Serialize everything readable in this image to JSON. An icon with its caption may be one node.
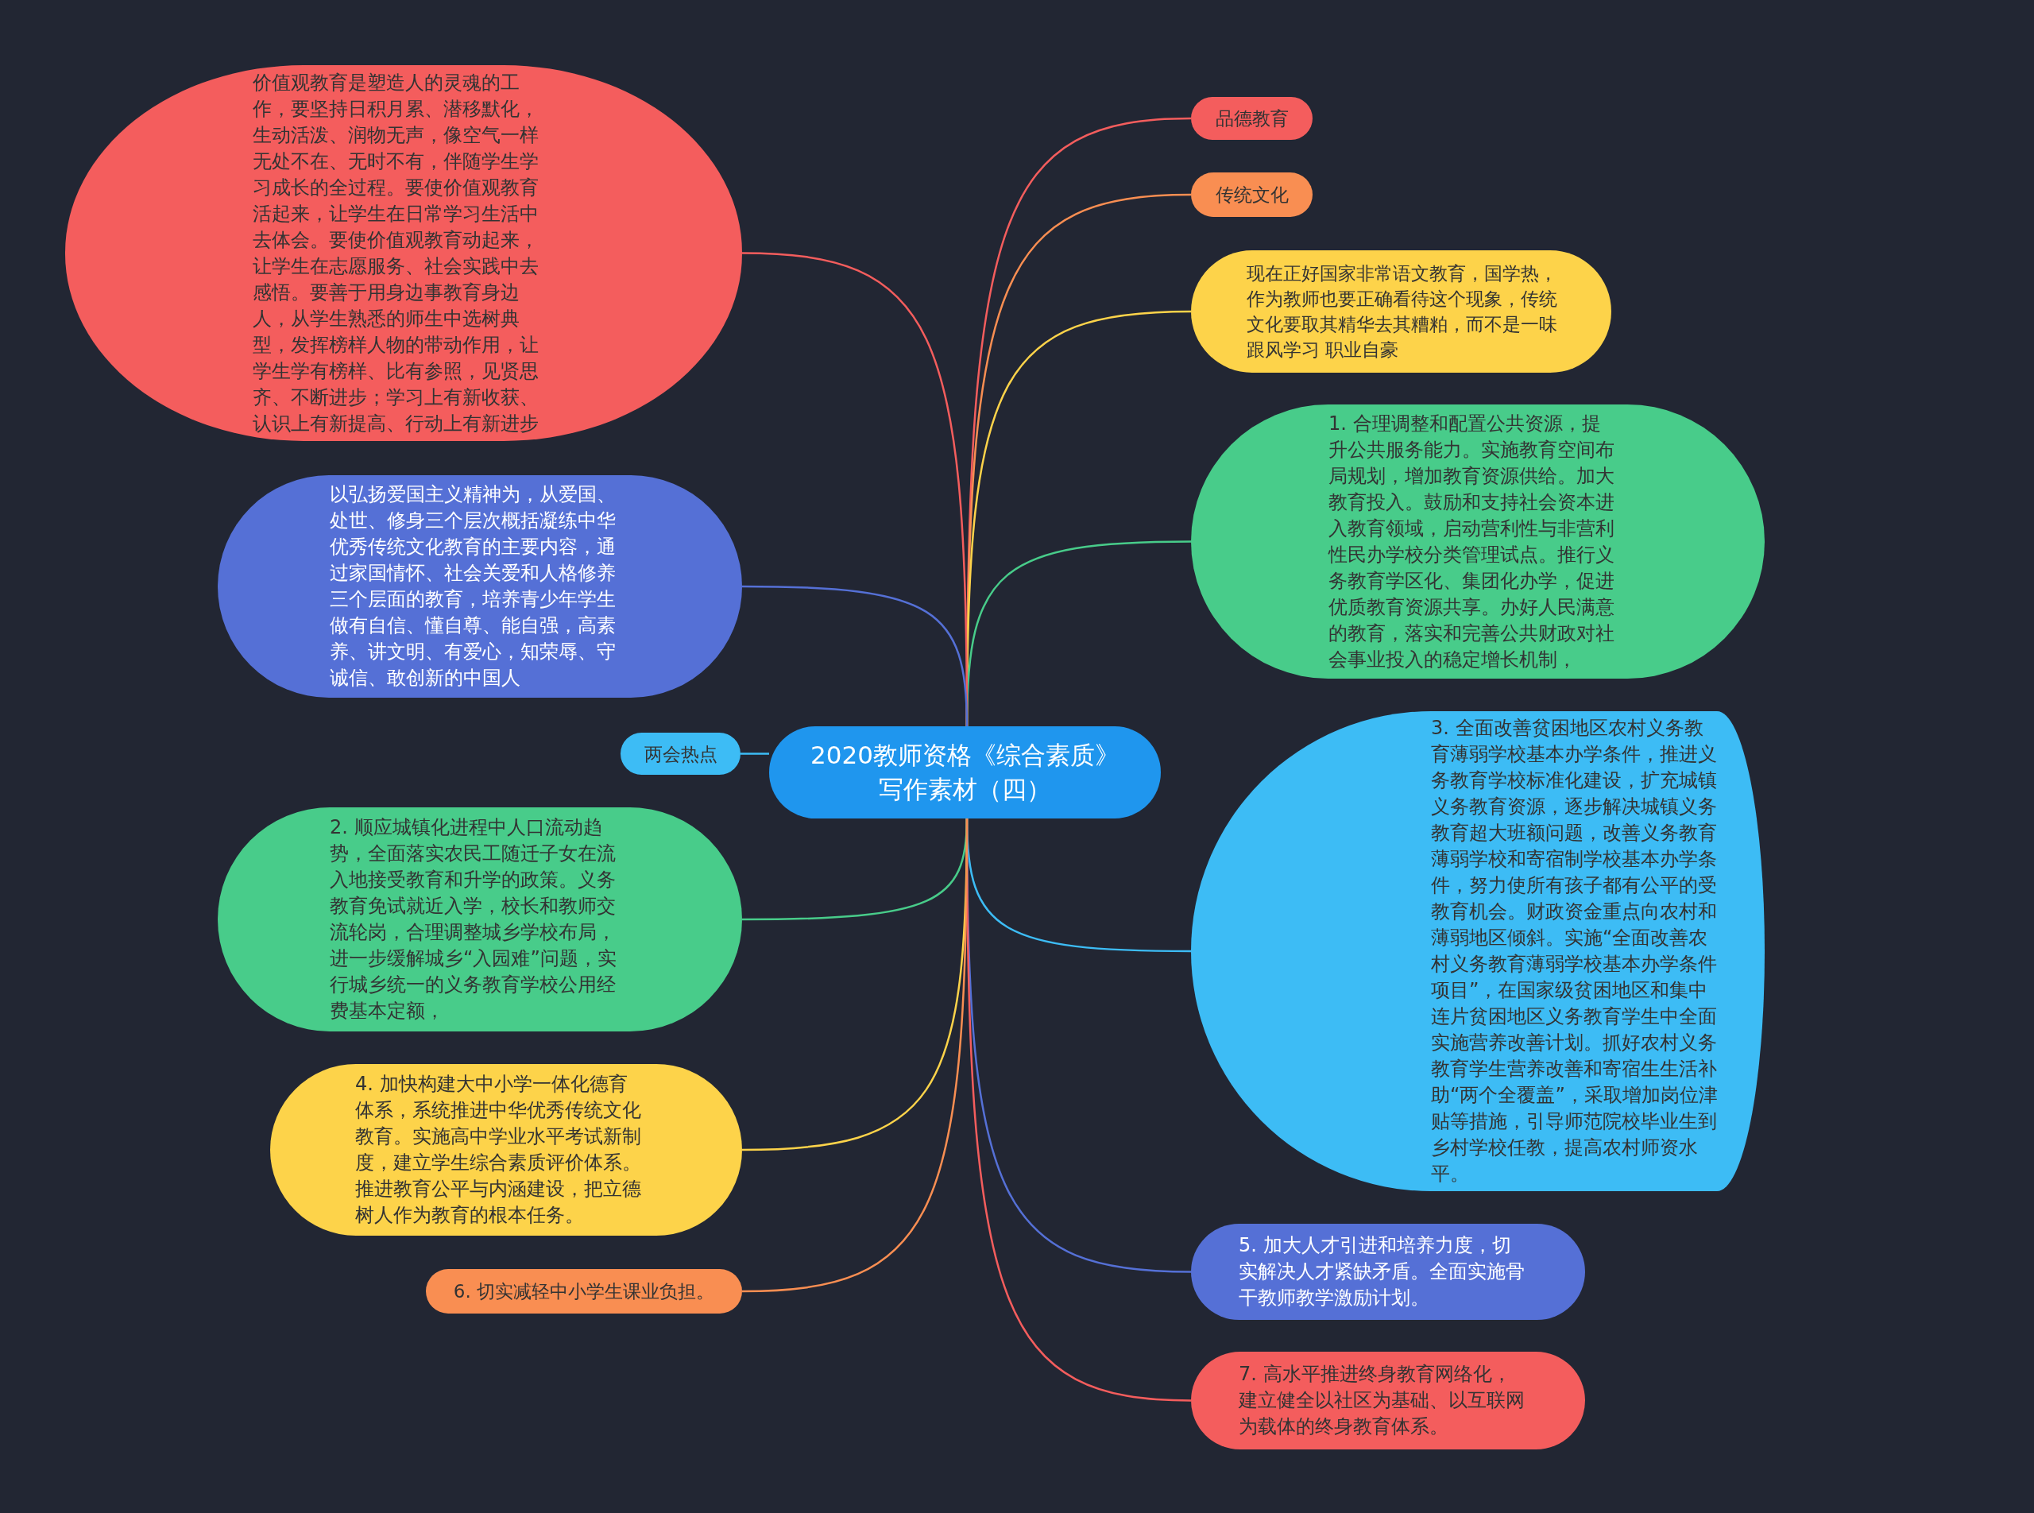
{
  "diagram": {
    "nodes": [
      {
        "text": [
          "2020教师资格《综合素质》写作素材（四）"
        ]
      },
      {
        "text": [
          "品德教育"
        ]
      },
      {
        "text": [
          "传统文化"
        ]
      },
      {
        "text": [
          "现在正好国家非常语文教育，国学热，作为教师也要正确看待这个现象，传统文化要取其精华去其糟粕，而不是一味跟风学习 职业自豪"
        ]
      },
      {
        "text": [
          "1. 合理调整和配置公共资源，提升公共服务能力。实施教育空间布局规划，增加教育资源供给。加大教育投入。鼓励和支持社会资本进入教育领域，启动营利性与非营利性民办学校分类管理试点。推行义务教育学区化、集团化办学，促进优质教育资源共享。办好人民满意的教育，落实和完善公共财政对社会事业投入的稳定增长机制，"
        ]
      },
      {
        "text": [
          "3. 全面改善贫困地区农村义务教育薄弱学校基本办学条件，推进义务教育学校标准化建设，扩充城镇义务教育资源，逐步解决城镇义务教育超大班额问题，改善义务教育薄弱学校和寄宿制学校基本办学条件，努力使所有孩子都有公平的受教育机会。财政资金重点向农村和薄弱地区倾斜。实施“全面改善农村义务教育薄弱学校基本办学条件项目”，在国家级贫困地区和集中连片贫困地区义务教育学生中全面实施营养改善计划。抓好农村义务教育学生营养改善和寄宿生生活补助“两个全覆盖”，采取增加岗位津贴等措施，引导师范院校毕业生到乡村学校任教，提高农村师资水平。"
        ]
      },
      {
        "text": [
          "5. 加大人才引进和培养力度，切实解决人才紧缺矛盾。全面实施骨干教师教学激励计划。"
        ]
      },
      {
        "text": [
          "7. 高水平推进终身教育网络化，建立健全以社区为基础、以互联网为载体的终身教育体系。"
        ]
      },
      {
        "text": [
          "价值观教育是塑造人的灵魂的工作，要坚持日积月累、潜移默化，生动活泼、润物无声，像空气一样无处不在、无时不有，伴随学生学习成长的全过程。要使价值观教育活起来，让学生在日常学习生活中去体会。要使价值观教育动起来，让学生在志愿服务、社会实践中去感悟。要善于用身边事教育身边人，从学生熟悉的师生中选树典型，发挥榜样人物的带动作用，让学生学有榜样、比有参照，见贤思齐、不断进步；学习上有新收获、认识上有新提高、行动上有新进步"
        ]
      },
      {
        "text": [
          "以弘扬爱国主义精神为，从爱国、处世、修身三个层次概括凝练中华优秀传统文化教育的主要内容，通过家国情怀、社会关爱和人格修养三个层面的教育，培养青少年学生做有自信、懂自尊、能自强，高素养、讲文明、有爱心，知荣辱、守诚信、敢创新的中国人"
        ]
      },
      {
        "text": [
          "两会热点"
        ]
      },
      {
        "text": [
          "2. 顺应城镇化进程中人口流动趋势，全面落实农民工随迁子女在流入地接受教育和升学的政策。义务教育免试就近入学，校长和教师交流轮岗，合理调整城乡学校布局，进一步缓解城乡“入园难”问题，实行城乡统一的义务教育学校公用经费基本定额，"
        ]
      },
      {
        "text": [
          "4. 加快构建大中小学一体化德育体系，系统推进中华优秀传统文化教育。实施高中学业水平考试新制度，建立学生综合素质评价体系。推进教育公平与内涵建设，把立德树人作为教育的根本任务。"
        ]
      },
      {
        "text": [
          "6. 切实减轻中小学生课业负担。"
        ]
      }
    ],
    "edges": [
      {
        "from": 0,
        "to": 1,
        "arrow": "none",
        "color": "#f45d5d"
      },
      {
        "from": 0,
        "to": 2,
        "arrow": "none",
        "color": "#f98e52"
      },
      {
        "from": 0,
        "to": 3,
        "arrow": "none",
        "color": "#fdd34a"
      },
      {
        "from": 0,
        "to": 4,
        "arrow": "none",
        "color": "#48cc8a"
      },
      {
        "from": 0,
        "to": 5,
        "arrow": "none",
        "color": "#3dbcf5"
      },
      {
        "from": 0,
        "to": 6,
        "arrow": "none",
        "color": "#5570d6"
      },
      {
        "from": 0,
        "to": 7,
        "arrow": "none",
        "color": "#f45d5d"
      },
      {
        "from": 0,
        "to": 8,
        "arrow": "none",
        "color": "#f45d5d"
      },
      {
        "from": 0,
        "to": 9,
        "arrow": "none",
        "color": "#5570d6"
      },
      {
        "from": 0,
        "to": 10,
        "arrow": "none",
        "color": "#3dbcf5"
      },
      {
        "from": 0,
        "to": 11,
        "arrow": "none",
        "color": "#48cc8a"
      },
      {
        "from": 0,
        "to": 12,
        "arrow": "none",
        "color": "#fdd34a"
      },
      {
        "from": 0,
        "to": 13,
        "arrow": "none",
        "color": "#f98e52"
      }
    ]
  }
}
